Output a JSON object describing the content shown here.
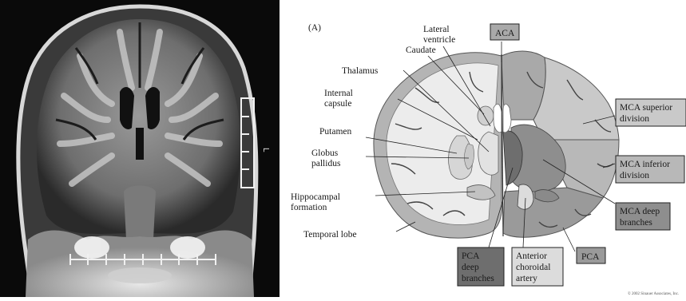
{
  "mri": {
    "side_marker": "L"
  },
  "diagram": {
    "panel_label": "(A)",
    "left_labels": {
      "lateral_ventricle_1": "Lateral",
      "lateral_ventricle_2": "ventricle",
      "caudate": "Caudate",
      "thalamus": "Thalamus",
      "internal_capsule_1": "Internal",
      "internal_capsule_2": "capsule",
      "putamen": "Putamen",
      "globus_pallidus_1": "Globus",
      "globus_pallidus_2": "pallidus",
      "hippocampal_1": "Hippocampal",
      "hippocampal_2": "formation",
      "temporal_lobe": "Temporal lobe"
    },
    "territory_boxes": {
      "aca": "ACA",
      "mca_superior_1": "MCA superior",
      "mca_superior_2": "division",
      "mca_inferior_1": "MCA inferior",
      "mca_inferior_2": "division",
      "mca_deep_1": "MCA deep",
      "mca_deep_2": "branches",
      "pca": "PCA",
      "pca_deep_1": "PCA",
      "pca_deep_2": "deep",
      "pca_deep_3": "branches",
      "anterior_choroidal_1": "Anterior",
      "anterior_choroidal_2": "choroidal",
      "anterior_choroidal_3": "artery"
    },
    "copyright": "© 2002 Sinauer Associates, Inc."
  },
  "colors": {
    "aca": "#a9a9a9",
    "mca_superior": "#c9c9c9",
    "mca_inferior": "#b8b8b8",
    "mca_deep": "#8e8e8e",
    "pca": "#9a9a9a",
    "pca_deep": "#6e6e6e",
    "anterior_choroidal": "#dcdcdc",
    "white_matter": "#ececec",
    "gray_matter": "#b4b4b4"
  }
}
